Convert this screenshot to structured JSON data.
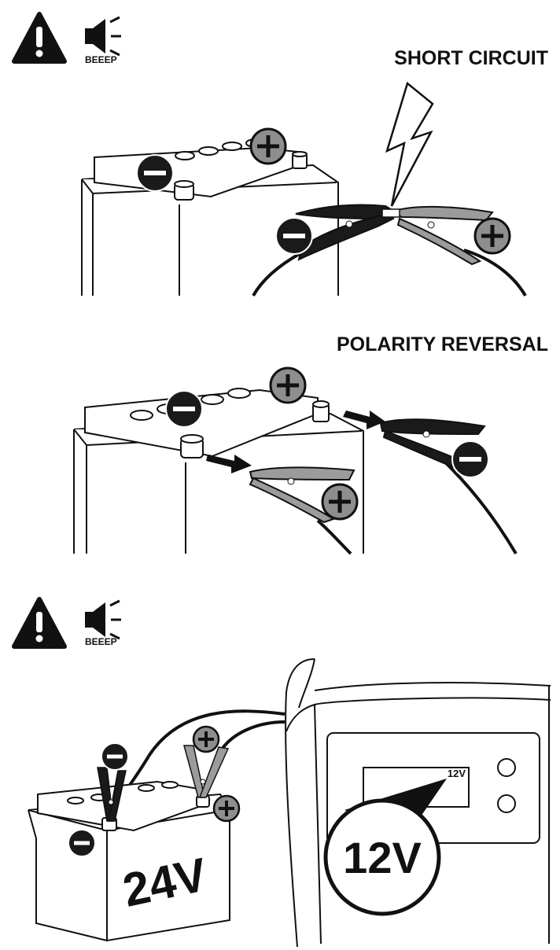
{
  "panel1": {
    "title": "SHORT CIRCUIT",
    "beep_label": "BEEEP"
  },
  "panel2": {
    "title": "POLARITY REVERSAL"
  },
  "panel3": {
    "beep_label": "BEEEP",
    "battery_voltage": "24V",
    "display_voltage": "12V",
    "magnified_voltage": "12V"
  },
  "icons": [
    "warning-icon",
    "speaker-icon",
    "minus-icon",
    "plus-icon",
    "lightning-icon",
    "arrow-icon"
  ],
  "colors": {
    "ink": "#111111",
    "clamp_negative": "#1a1a1a",
    "clamp_positive": "#9b9b9b",
    "symbol_positive_fill": "#8e8e8e"
  }
}
